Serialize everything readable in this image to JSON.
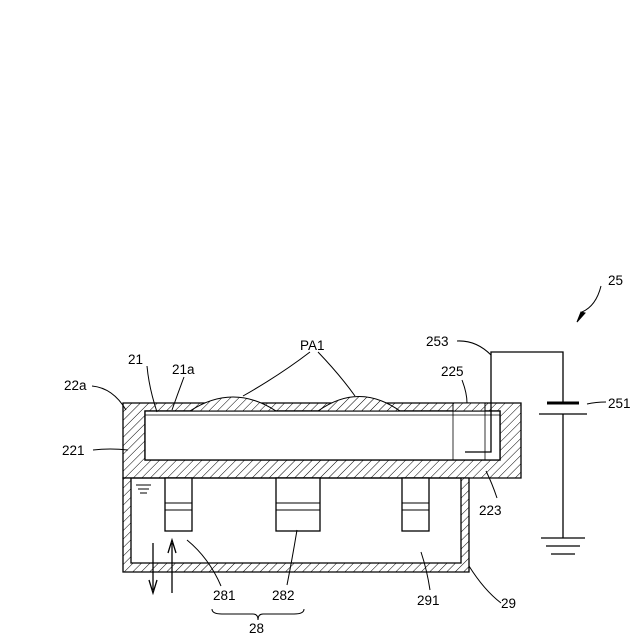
{
  "labels": {
    "l25": "25",
    "l253": "253",
    "l251": "251",
    "lPA1": "PA1",
    "l21": "21",
    "l21a": "21a",
    "l22a": "22a",
    "l225": "225",
    "l221": "221",
    "l223": "223",
    "l281": "281",
    "l282": "282",
    "l28": "28",
    "l291": "291",
    "l29": "29"
  }
}
